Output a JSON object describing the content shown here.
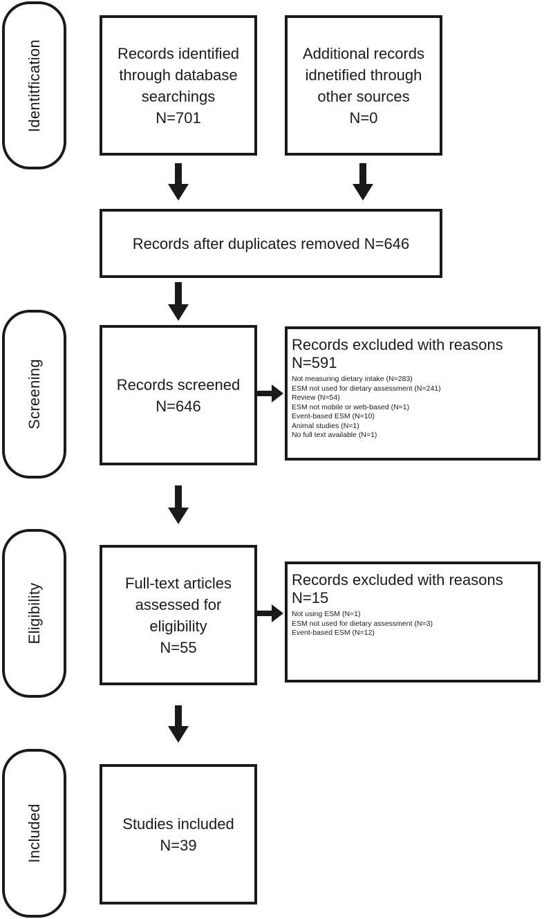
{
  "phases": {
    "identification": "Identitfication",
    "screening": "Screening",
    "eligibility": "Eligibility",
    "included": "Included"
  },
  "identified": {
    "lines": [
      "Records identified",
      "through database",
      "searchings",
      "N=701"
    ]
  },
  "additional": {
    "lines": [
      "Additional records",
      "idnetified through",
      "other sources",
      "N=0"
    ]
  },
  "deduplicated": {
    "lines": [
      "Records after duplicates removed N=646"
    ]
  },
  "screened": {
    "lines": [
      "Records screened",
      "N=646"
    ]
  },
  "screen_excluded": {
    "title": "Records excluded with reasons",
    "n": "N=591",
    "reasons": [
      "Not measuring dietary intake (N=283)",
      "ESM not used for dietary assessment (N=241)",
      "Review (N=54)",
      "ESM not mobile or web-based (N=1)",
      "Event-based ESM (N=10)",
      "Animal studies (N=1)",
      "No full text available (N=1)"
    ]
  },
  "fulltext": {
    "lines": [
      "Full-text articles",
      "assessed for",
      "eligibility",
      "N=55"
    ]
  },
  "elig_excluded": {
    "title": "Records excluded with reasons",
    "n": "N=15",
    "reasons": [
      "Not using ESM (N=1)",
      "ESM not used for dietary assessment (N=3)",
      "Event-based ESM (N=12)"
    ]
  },
  "included_box": {
    "lines": [
      "Studies included",
      "N=39"
    ]
  }
}
